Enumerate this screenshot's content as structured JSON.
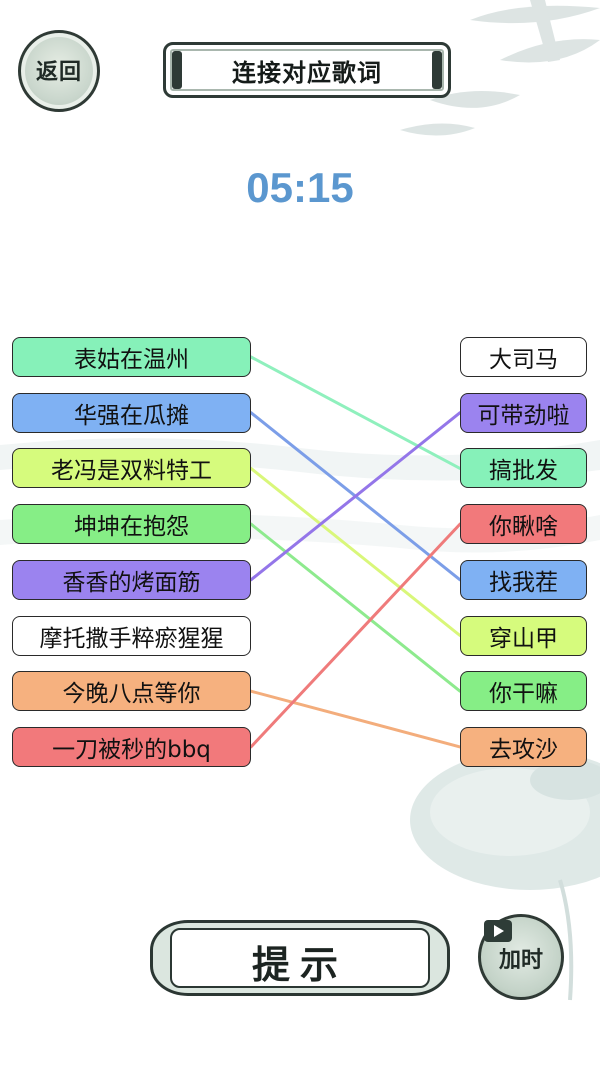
{
  "header": {
    "back_label": "返回",
    "title": "连接对应歌词"
  },
  "timer": "05:15",
  "left_items": [
    {
      "label": "表姑在温州",
      "color": "#86f1b9"
    },
    {
      "label": "华强在瓜摊",
      "color": "#7fb1f3"
    },
    {
      "label": "老冯是双料特工",
      "color": "#d6fb7d"
    },
    {
      "label": "坤坤在抱怨",
      "color": "#86ee86"
    },
    {
      "label": "香香的烤面筋",
      "color": "#9b83ef"
    },
    {
      "label": "摩托撒手粹瘀猩猩",
      "color": "#ffffff"
    },
    {
      "label": "今晚八点等你",
      "color": "#f6b17f"
    },
    {
      "label": "一刀被秒的bbq",
      "color": "#f2797b"
    }
  ],
  "right_items": [
    {
      "label": "大司马",
      "color": "#ffffff"
    },
    {
      "label": "可带劲啦",
      "color": "#9b83ef"
    },
    {
      "label": "搞批发",
      "color": "#86f1b9"
    },
    {
      "label": "你瞅啥",
      "color": "#f2797b"
    },
    {
      "label": "找我茬",
      "color": "#7fb1f3"
    },
    {
      "label": "穿山甲",
      "color": "#d6fb7d"
    },
    {
      "label": "你干嘛",
      "color": "#86ee86"
    },
    {
      "label": "去攻沙",
      "color": "#f6b17f"
    }
  ],
  "connections": [
    {
      "from": 0,
      "to": 2,
      "color": "#8ff0bd"
    },
    {
      "from": 1,
      "to": 4,
      "color": "#7c9ee8"
    },
    {
      "from": 2,
      "to": 5,
      "color": "#d9f77a"
    },
    {
      "from": 3,
      "to": 6,
      "color": "#8eea8e"
    },
    {
      "from": 4,
      "to": 1,
      "color": "#9476e9"
    },
    {
      "from": 6,
      "to": 7,
      "color": "#f3ad7c"
    },
    {
      "from": 7,
      "to": 3,
      "color": "#ef7b7b"
    }
  ],
  "footer": {
    "hint_label": "提示",
    "add_time_label": "加时"
  }
}
